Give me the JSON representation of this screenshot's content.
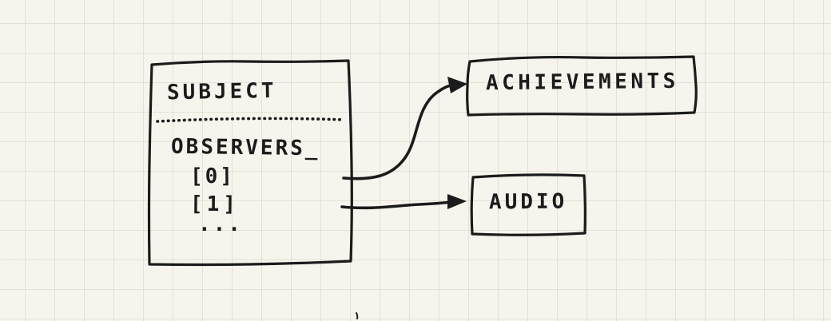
{
  "diagram": {
    "subject_box": {
      "title": "SUBJECT",
      "observers_label": "OBSERVERS_",
      "items": [
        {
          "label": "[0]"
        },
        {
          "label": "[1]"
        },
        {
          "label": "..."
        }
      ]
    },
    "achievements_box": {
      "label": "ACHIEVEMENTS"
    },
    "audio_box": {
      "label": "AUDIO"
    },
    "arrows": [
      {
        "from": "subject.observers[0]",
        "to": "ACHIEVEMENTS"
      },
      {
        "from": "subject.observers[1]",
        "to": "AUDIO"
      }
    ],
    "colors": {
      "ink": "#1b1b1b",
      "paper": "#f6f4ec",
      "grid": "#d9d6c8"
    }
  }
}
